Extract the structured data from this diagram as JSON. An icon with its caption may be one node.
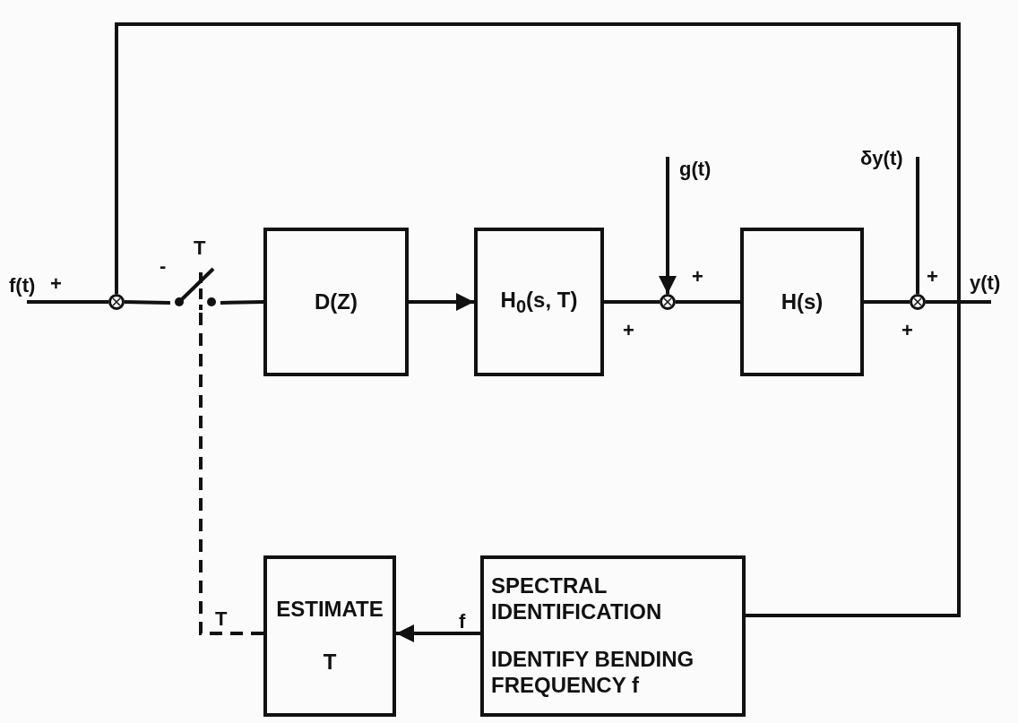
{
  "diagram": {
    "nodes": [
      {
        "text": [],
        "shape": "circle"
      },
      {
        "text": [],
        "shape": "switch",
        "beside": [
          "T"
        ]
      },
      {
        "text": [
          "D(Z)"
        ]
      },
      {
        "text": [
          "H$_{0}$(s, T)"
        ]
      },
      {
        "text": [],
        "shape": "circle"
      },
      {
        "text": [
          "H(s)"
        ]
      },
      {
        "text": [],
        "shape": "circle"
      },
      {
        "text": [
          "ESTIMATE",
          "T"
        ]
      },
      {
        "text": [
          "SPECTRAL IDENTIFICATION",
          "IDENTIFY BENDING FREQUENCY f"
        ]
      }
    ],
    "edges": [
      {
        "from": null,
        "to": 0,
        "arrow": "none",
        "label": "f(t)"
      },
      {
        "from": 0,
        "to": 1,
        "arrow": "none"
      },
      {
        "from": 1,
        "to": 2,
        "arrow": "none"
      },
      {
        "from": 2,
        "to": 3,
        "arrow": "to"
      },
      {
        "from": 3,
        "to": 4,
        "arrow": "none"
      },
      {
        "from": null,
        "to": 4,
        "arrow": "to",
        "label": "g(t)"
      },
      {
        "from": 4,
        "to": 5,
        "arrow": "none"
      },
      {
        "from": 5,
        "to": 6,
        "arrow": "none"
      },
      {
        "from": null,
        "to": 6,
        "arrow": "none",
        "label": "δy(t)"
      },
      {
        "from": 6,
        "to": null,
        "arrow": "none",
        "label": "y(t)"
      },
      {
        "from": 6,
        "to": 0,
        "arrow": "none"
      },
      {
        "from": 6,
        "to": 8,
        "arrow": "none"
      },
      {
        "from": 8,
        "to": 7,
        "arrow": "to",
        "label": "f"
      },
      {
        "from": 7,
        "to": 1,
        "arrow": "none",
        "style": "dashed",
        "label": "T"
      }
    ],
    "labels": [
      "-",
      "+",
      "+",
      "+",
      "+",
      "+"
    ]
  }
}
